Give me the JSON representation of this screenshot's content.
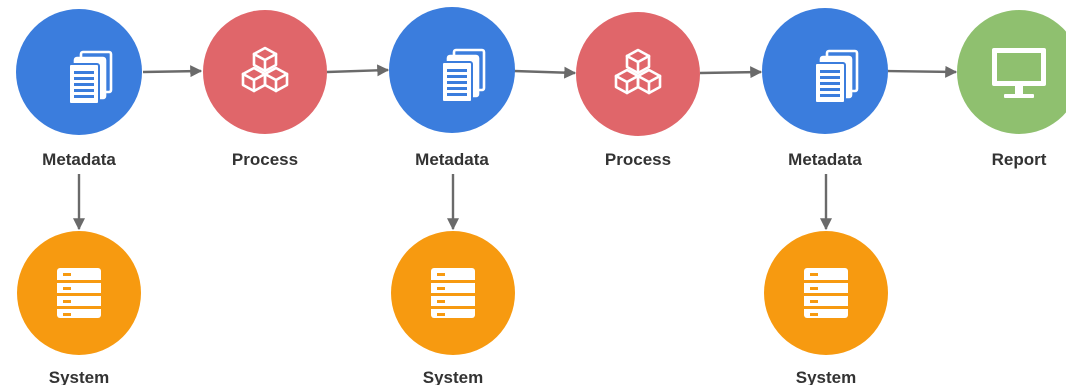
{
  "colors": {
    "metadata": "#3b7ddd",
    "process": "#e0666a",
    "report": "#8fc06f",
    "system": "#f79a10",
    "connector": "#6a6a6a",
    "label": "#333333"
  },
  "nodes": {
    "metadata_1": {
      "label": "Metadata",
      "icon": "documents-icon"
    },
    "process_1": {
      "label": "Process",
      "icon": "cubes-icon"
    },
    "metadata_2": {
      "label": "Metadata",
      "icon": "documents-icon"
    },
    "process_2": {
      "label": "Process",
      "icon": "cubes-icon"
    },
    "metadata_3": {
      "label": "Metadata",
      "icon": "documents-icon"
    },
    "report": {
      "label": "Report",
      "icon": "monitor-icon"
    },
    "system_1": {
      "label": "System",
      "icon": "server-icon"
    },
    "system_2": {
      "label": "System",
      "icon": "server-icon"
    },
    "system_3": {
      "label": "System",
      "icon": "server-icon"
    }
  },
  "edges": [
    {
      "from": "Metadata",
      "to": "Process"
    },
    {
      "from": "Process",
      "to": "Metadata"
    },
    {
      "from": "Metadata",
      "to": "Process"
    },
    {
      "from": "Process",
      "to": "Metadata"
    },
    {
      "from": "Metadata",
      "to": "Report"
    },
    {
      "from": "Metadata",
      "to": "System"
    },
    {
      "from": "Metadata",
      "to": "System"
    },
    {
      "from": "Metadata",
      "to": "System"
    }
  ]
}
